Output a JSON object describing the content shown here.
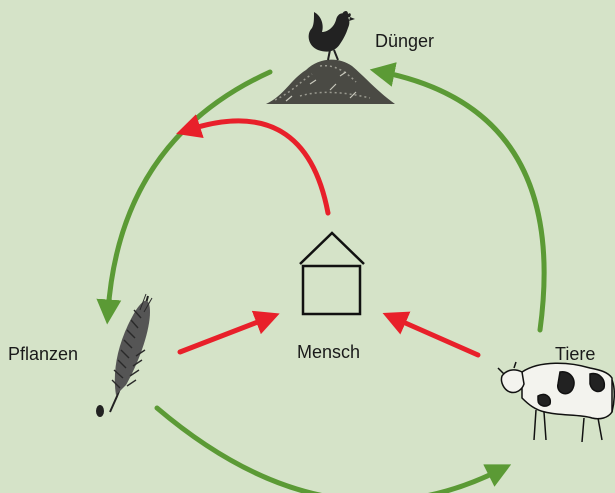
{
  "labels": {
    "fertilizer": "Dünger",
    "plants": "Pflanzen",
    "human": "Mensch",
    "animals": "Tiere"
  },
  "icons": {
    "rooster": "rooster-icon",
    "manure_pile": "manure-pile-icon",
    "wheat": "wheat-icon",
    "cow": "cow-icon",
    "house": "house-icon"
  },
  "colors": {
    "background": "#d5e3c8",
    "cycle_arrow": "#5b9a35",
    "human_arrow": "#e8202a"
  }
}
